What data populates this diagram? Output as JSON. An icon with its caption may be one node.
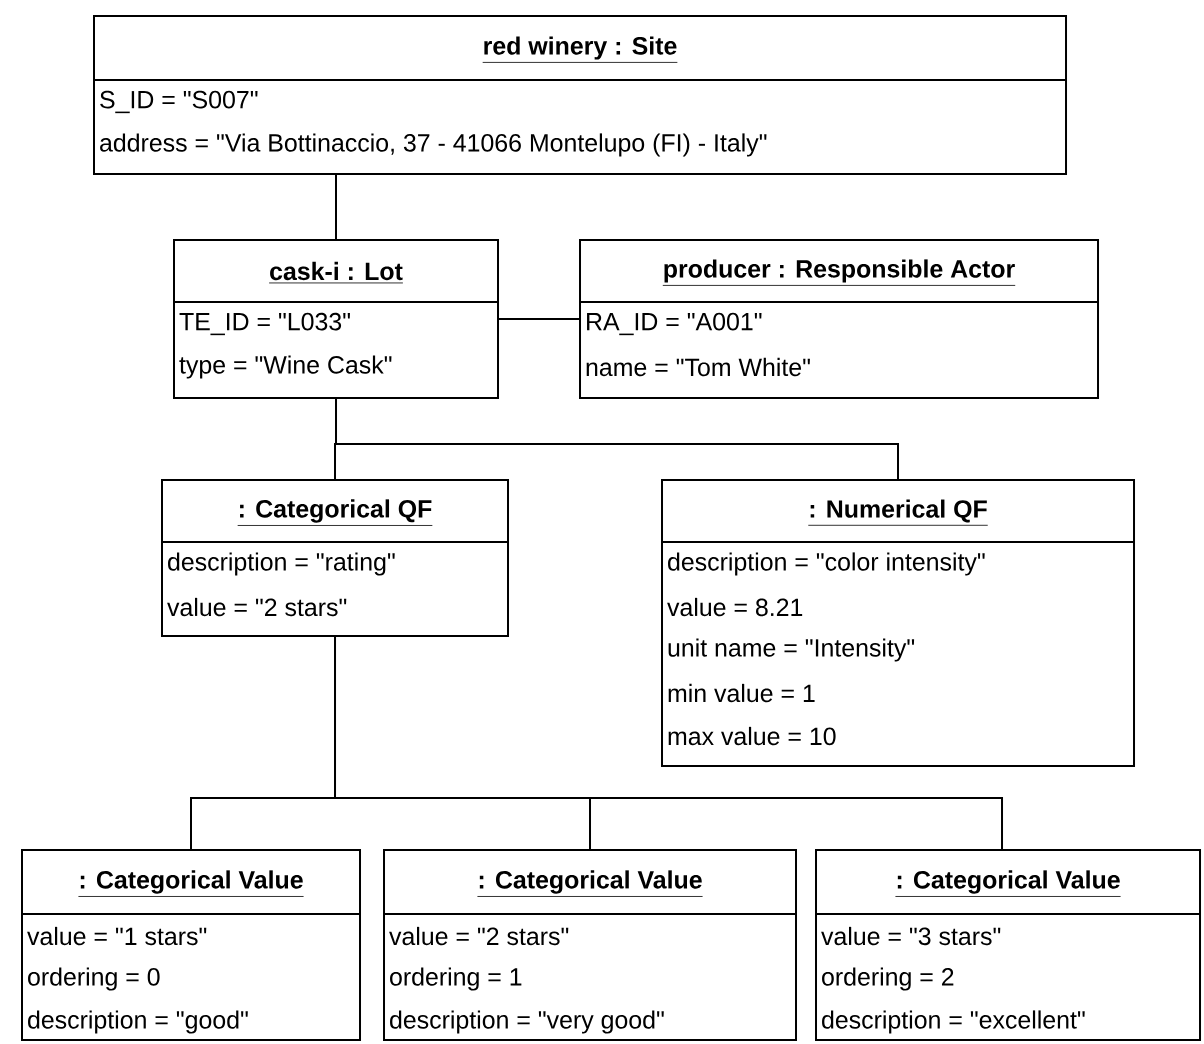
{
  "diagram": {
    "nodes": [
      {
        "text": [
          "red winery : Site",
          "S_ID = \"S007\"",
          "address = \"Via Bottinaccio, 37 - 41066 Montelupo (FI) - Italy\""
        ]
      },
      {
        "text": [
          "cask-i : Lot",
          "TE_ID = \"L033\"",
          "type = \"Wine Cask\""
        ]
      },
      {
        "text": [
          "producer : Responsible Actor",
          "RA_ID = \"A001\"",
          "name = \"Tom White\""
        ]
      },
      {
        "text": [
          ": Categorical QF",
          "description = \"rating\"",
          "value = \"2 stars\""
        ]
      },
      {
        "text": [
          ": Numerical QF",
          "description = \"color intensity\"",
          "value = 8.21",
          "unit name = \"Intensity\"",
          "min value = 1",
          "max value = 10"
        ]
      },
      {
        "text": [
          ": Categorical Value",
          "value = \"1 stars\"",
          "ordering = 0",
          "description = \"good\""
        ]
      },
      {
        "text": [
          ": Categorical Value",
          "value = \"2 stars\"",
          "ordering = 1",
          "description = \"very good\""
        ]
      },
      {
        "text": [
          ": Categorical Value",
          "value = \"3 stars\"",
          "ordering = 2",
          "description = \"excellent\""
        ]
      }
    ],
    "edges": [
      {
        "from": 0,
        "to": 1,
        "arrow": "none"
      },
      {
        "from": 1,
        "to": 2,
        "arrow": "none"
      },
      {
        "from": 1,
        "to": 3,
        "arrow": "none"
      },
      {
        "from": 1,
        "to": 4,
        "arrow": "none"
      },
      {
        "from": 3,
        "to": 5,
        "arrow": "none"
      },
      {
        "from": 3,
        "to": 6,
        "arrow": "none"
      },
      {
        "from": 3,
        "to": 7,
        "arrow": "none"
      }
    ]
  }
}
